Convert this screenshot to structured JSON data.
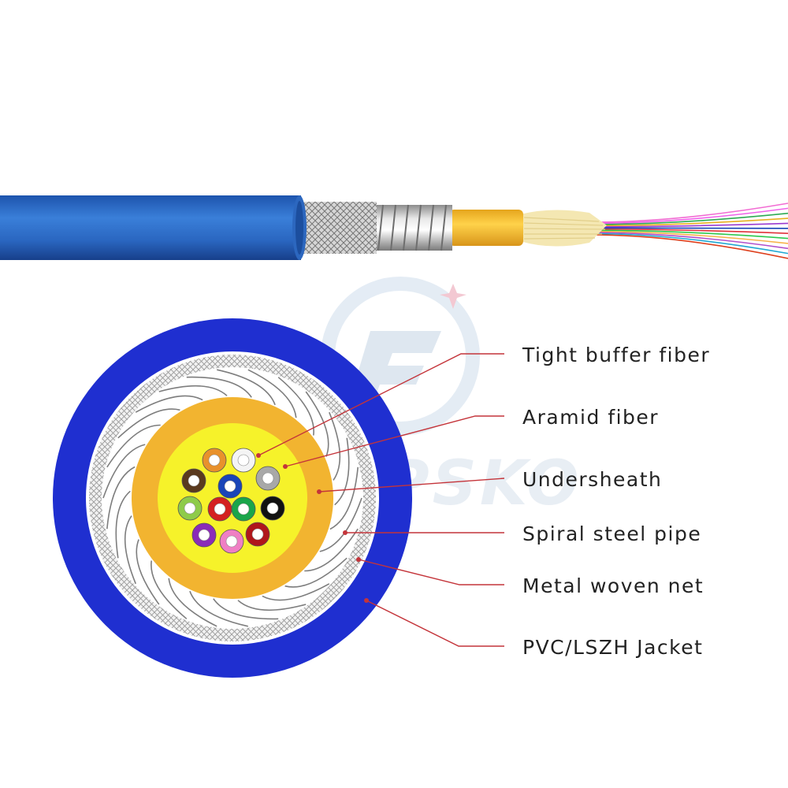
{
  "labels": [
    "Tight buffer fiber",
    "Aramid fiber",
    "Undersheath",
    "Spiral steel pipe",
    "Metal woven net",
    "PVC/LSZH Jacket"
  ],
  "watermark": "TOPSKO",
  "colors": {
    "jacket": "#1f2fd0",
    "cable_blue": "#2f6fc9",
    "undersheath": "#f2b430",
    "aramid": "#f6f22a",
    "leader": "#c4343a",
    "mesh": "#c9c9c9"
  },
  "fibers": [
    {
      "name": "orange",
      "color": "#e8912c"
    },
    {
      "name": "white",
      "color": "#f4f4f4"
    },
    {
      "name": "brown",
      "color": "#5a3a1e"
    },
    {
      "name": "blue",
      "color": "#1a45b8"
    },
    {
      "name": "grey",
      "color": "#a8a8a8"
    },
    {
      "name": "light-green",
      "color": "#8ecb4a"
    },
    {
      "name": "red",
      "color": "#d42020"
    },
    {
      "name": "green",
      "color": "#1aa54a"
    },
    {
      "name": "black",
      "color": "#111111"
    },
    {
      "name": "violet",
      "color": "#8a2bb8"
    },
    {
      "name": "pink",
      "color": "#ef7fc4"
    },
    {
      "name": "dark-red",
      "color": "#b0161b"
    }
  ],
  "strands": [
    "#f26cd3",
    "#ef62ea",
    "#2faa55",
    "#e8b021",
    "#9b3bd0",
    "#1743b6",
    "#e1323b",
    "#2ec94e",
    "#f7b24a",
    "#b14fcb",
    "#20a7d2",
    "#de3f1c"
  ]
}
